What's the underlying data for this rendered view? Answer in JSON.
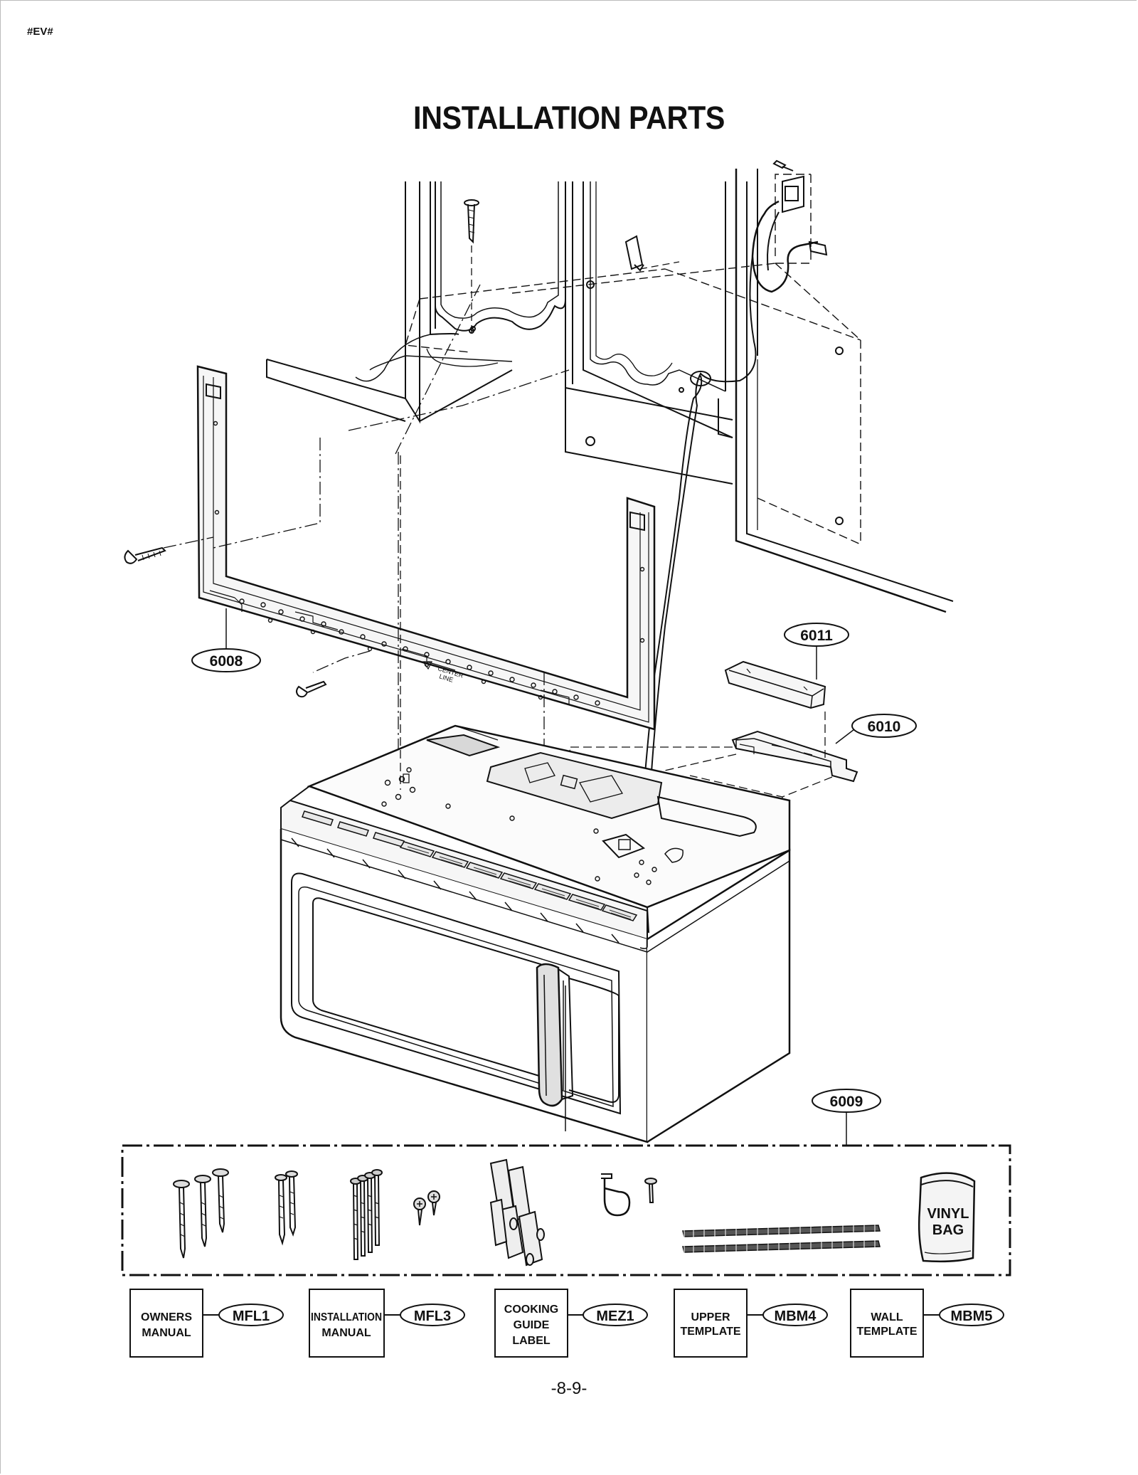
{
  "header_tag": "#EV#",
  "title": "INSTALLATION PARTS",
  "page_number": "-8-9-",
  "callouts": {
    "mounting_plate": "6008",
    "hardware_kit": "6009",
    "damper_housing": "6010",
    "damper": "6011"
  },
  "kit_bag_label": [
    "VINYL",
    "BAG"
  ],
  "plate_marking": [
    "CENTER",
    "LINE"
  ],
  "documents": [
    {
      "box_lines": [
        "OWNERS",
        "MANUAL"
      ],
      "code": "MFL1"
    },
    {
      "box_lines": [
        "INSTALLATION",
        "MANUAL"
      ],
      "code": "MFL3"
    },
    {
      "box_lines": [
        "COOKING",
        "GUIDE",
        "LABEL"
      ],
      "code": "MEZ1"
    },
    {
      "box_lines": [
        "UPPER",
        "TEMPLATE"
      ],
      "code": "MBM4"
    },
    {
      "box_lines": [
        "WALL",
        "TEMPLATE"
      ],
      "code": "MBM5"
    }
  ],
  "colors": {
    "ink": "#111111",
    "panel": "#f2f2f2",
    "shade": "#cfcfcf"
  }
}
